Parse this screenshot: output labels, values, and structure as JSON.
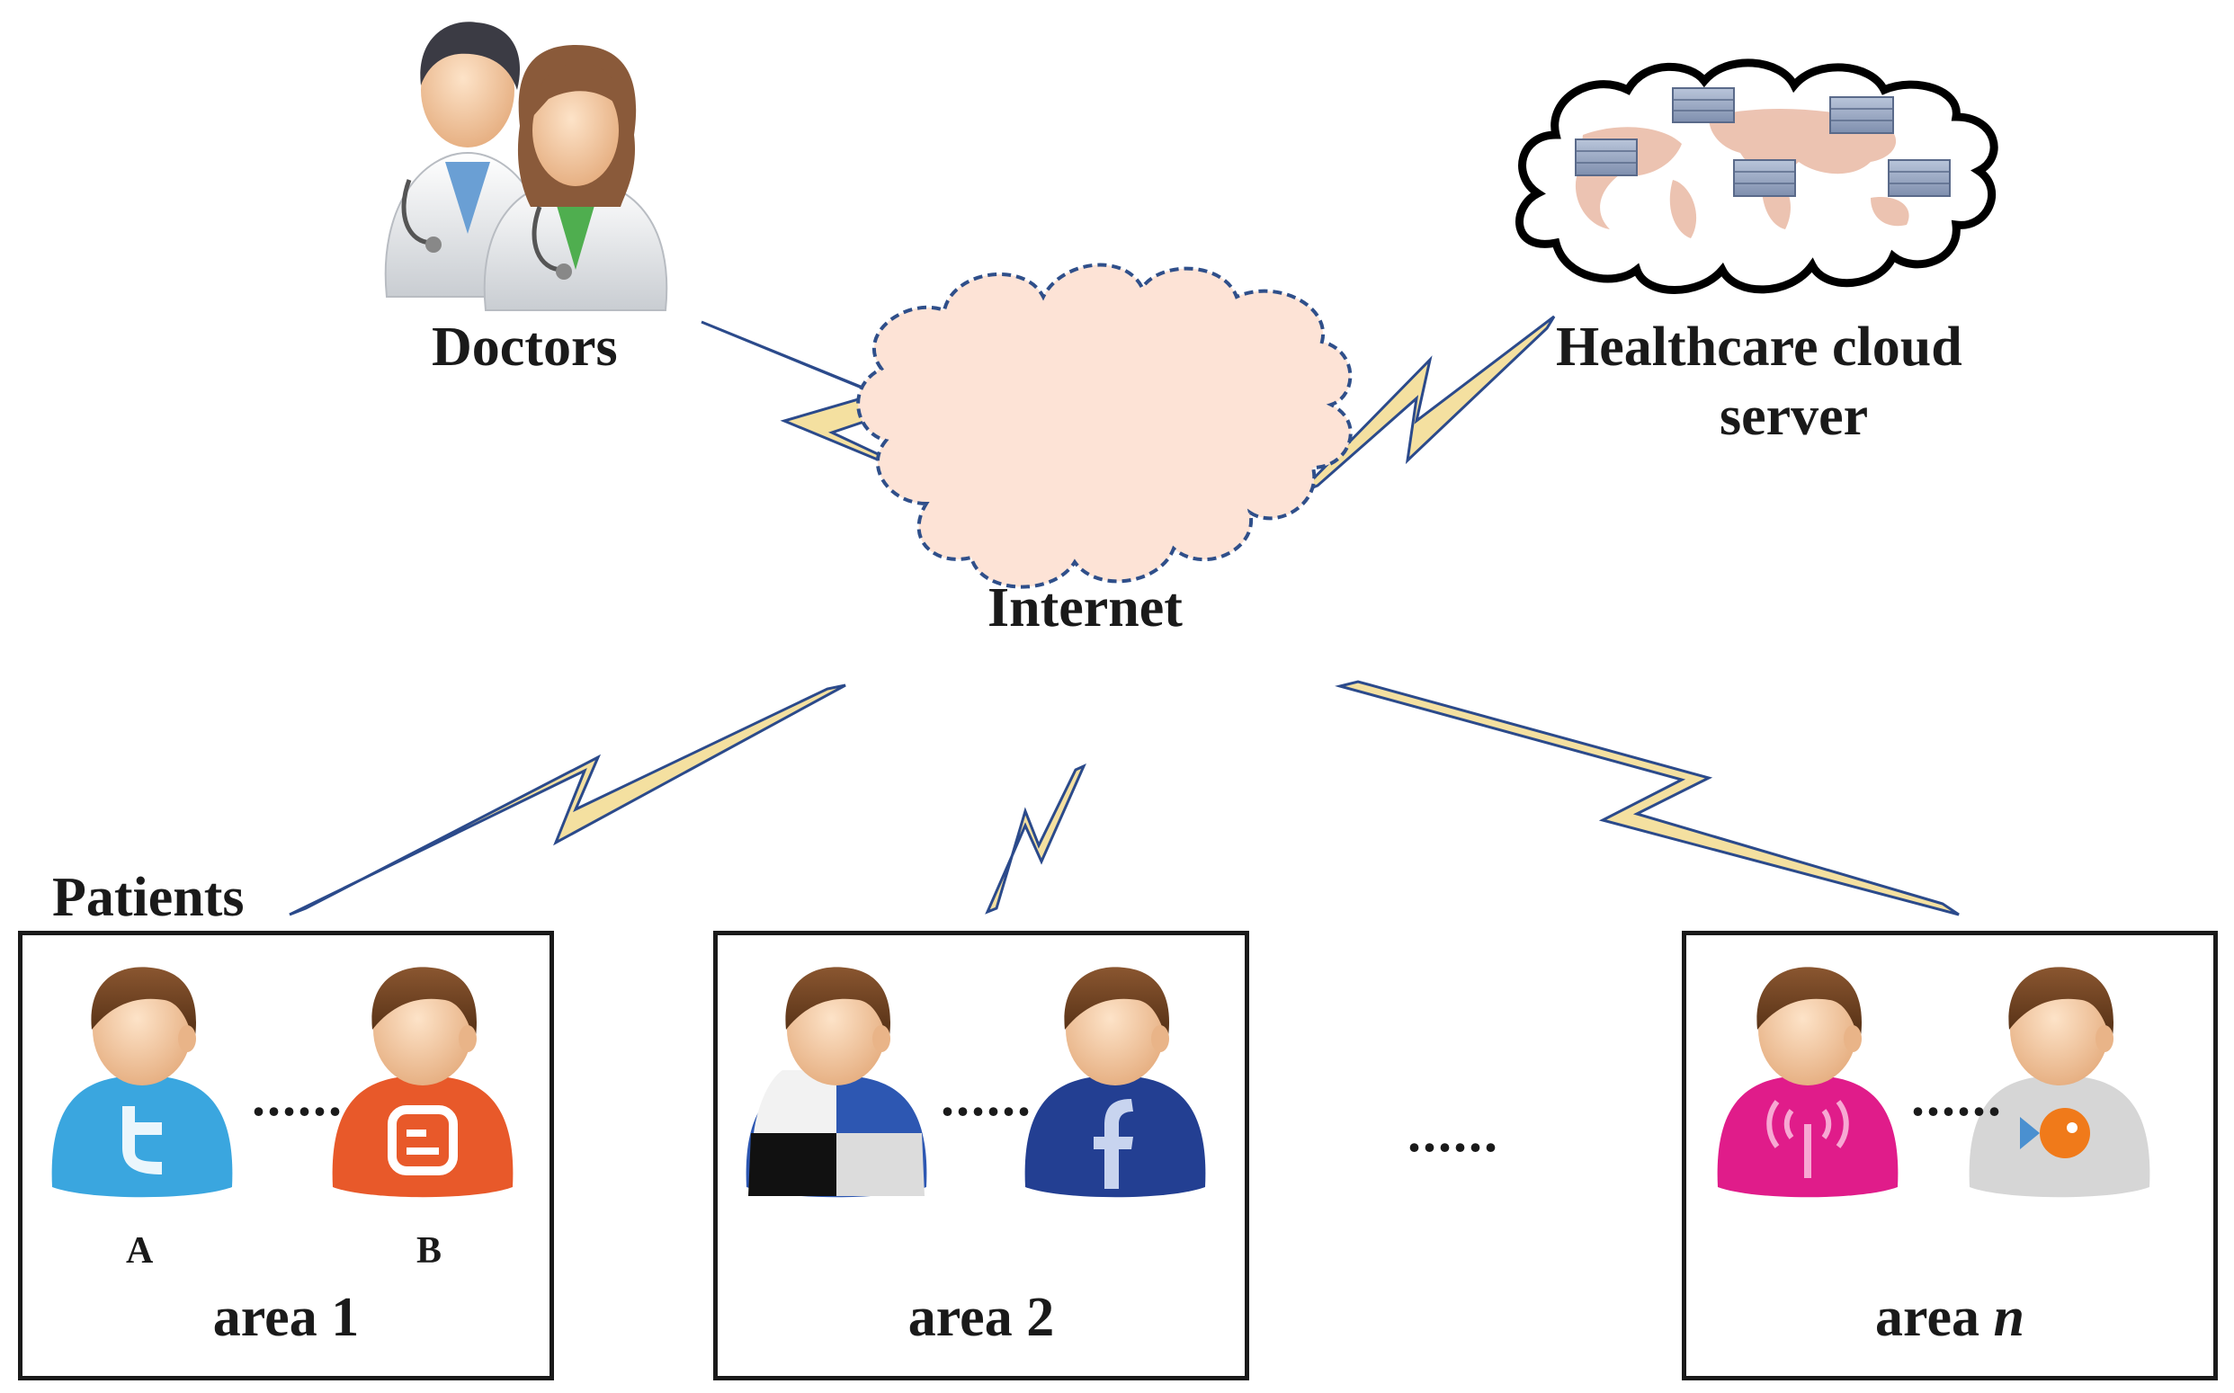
{
  "labels": {
    "doctors": "Doctors",
    "cloud_line1": "Healthcare cloud",
    "cloud_line2": "server",
    "internet": "Internet",
    "patients": "Patients",
    "between_areas": "......"
  },
  "areas": [
    {
      "name_prefix": "area 1",
      "name_var": "",
      "between": "......",
      "patients": [
        {
          "label": "A",
          "shirt_color": "#3aa6df",
          "icon": "twitter-icon"
        },
        {
          "label": "B",
          "shirt_color": "#e8592a",
          "icon": "blogger-icon"
        }
      ]
    },
    {
      "name_prefix": "area 2",
      "name_var": "",
      "between": "......",
      "patients": [
        {
          "label": "",
          "shirt_color": "#2d57b2",
          "icon": "checker-shirt-icon"
        },
        {
          "label": "",
          "shirt_color": "#233f92",
          "icon": "facebook-icon"
        }
      ]
    },
    {
      "name_prefix": "area ",
      "name_var": "n",
      "between": "......",
      "patients": [
        {
          "label": "",
          "shirt_color": "#e01c8a",
          "icon": "antenna-icon"
        },
        {
          "label": "",
          "shirt_color": "#d6d6d6",
          "icon": "fish-icon"
        }
      ]
    }
  ],
  "colors": {
    "link_stroke": "#2b4a8b",
    "link_highlight": "#f2dc8a",
    "internet_fill": "#fde3d6",
    "internet_stroke": "#2f4f8a",
    "server_cloud_stroke": "#000000",
    "map_fill": "#e9b9a4",
    "server_fill": "#9aa9c4"
  }
}
